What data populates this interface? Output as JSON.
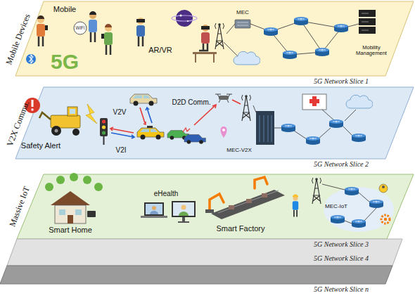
{
  "diagram": {
    "nodes": [
      {
        "text": [
          "Mobile Devices",
          "5G Network Slice 1"
        ]
      },
      {
        "text": [
          "V2X Commu.",
          "5G Network Slice 2"
        ]
      },
      {
        "text": [
          "Massive IoT",
          "5G Network Slice 3"
        ]
      },
      {
        "text": [
          "5G Network Slice 4"
        ]
      },
      {
        "text": [
          "5G Network Slice n"
        ]
      }
    ],
    "labels": [
      "Mobile",
      "WiFi",
      "5G",
      "AR/VR",
      "MEC",
      "Mobility Management",
      "Safety Alert",
      "V2V",
      "V2I",
      "D2D Comm.",
      "MEC-V2X",
      "Smart Home",
      "eHealth",
      "Smart Factory",
      "MEC-IoT"
    ]
  }
}
